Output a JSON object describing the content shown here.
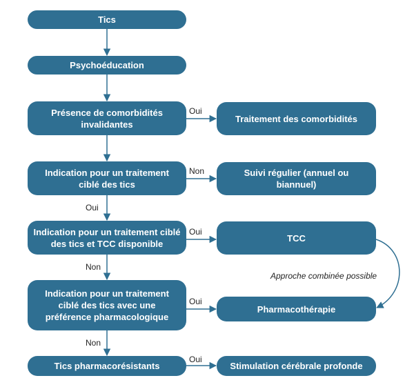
{
  "nodes": {
    "tics": "Tics",
    "psychoeducation": "Psychoéducation",
    "comorbidites": "Présence de comorbidités invalidantes",
    "traitement_comorbidites": "Traitement des comorbidités",
    "indication1": "Indication pour un traitement ciblé des tics",
    "suivi": "Suivi régulier (annuel ou biannuel)",
    "indication2": "Indication pour un traitement ciblé des tics et TCC disponible",
    "tcc": "TCC",
    "indication3": "Indication pour un traitement ciblé des tics avec une préférence pharmacologique",
    "pharmacotherapie": "Pharmacothérapie",
    "pharmacoresistants": "Tics pharmacorésistants",
    "stimulation": "Stimulation cérébrale profonde"
  },
  "edges": {
    "oui": "Oui",
    "non": "Non"
  },
  "annotation": "Approche combinée possible",
  "colors": {
    "box": "#2f6f92",
    "arrow": "#2f6f92",
    "text": "#ffffff"
  }
}
